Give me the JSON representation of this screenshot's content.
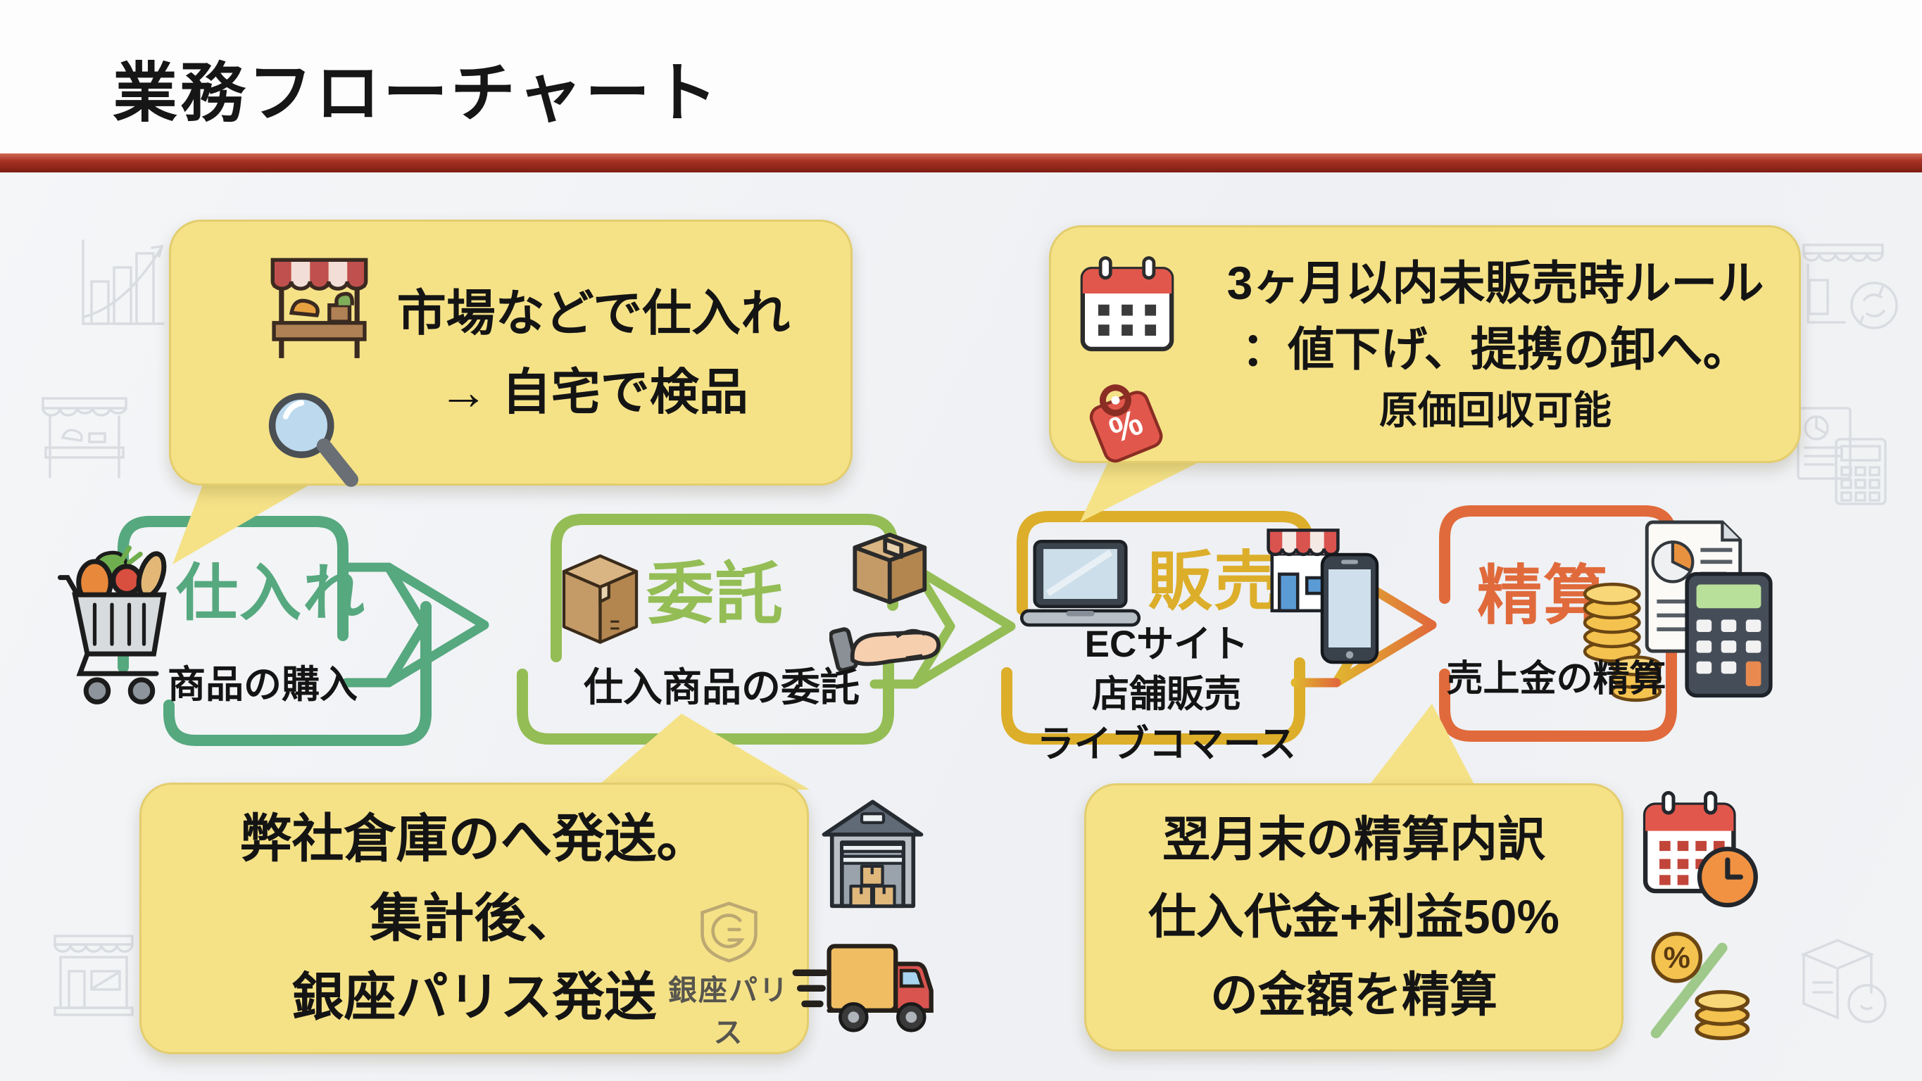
{
  "page": {
    "title": "業務フローチャート"
  },
  "colors": {
    "divider_bar": "#a93326",
    "bubble_fill": "#f5e287",
    "step1_accent": "#56a87f",
    "step2_accent": "#94bd55",
    "step3_accent": "#dcae2a",
    "step4_accent": "#e06a3b"
  },
  "bubbles": {
    "top_left": {
      "lines": [
        "市場などで仕入れ",
        "→ 自宅で検品"
      ],
      "icons": [
        "market-stall-icon",
        "magnifier-icon"
      ]
    },
    "top_right": {
      "lines": [
        "3ヶ月以内未販売時ルール",
        "：値下げ、提携の卸へ。"
      ],
      "note": "原価回収可能",
      "icons": [
        "calendar-icon",
        "discount-tag-icon"
      ]
    },
    "bottom_left": {
      "lines": [
        "弊社倉庫のへ発送。",
        "集計後、",
        "銀座パリス発送"
      ],
      "icons": [
        "warehouse-icon",
        "delivery-truck-icon"
      ]
    },
    "bottom_right": {
      "lines": [
        "翌月末の精算内訳",
        "仕入代金+利益50%",
        "の金額を精算"
      ],
      "icons": [
        "calendar-clock-icon",
        "percent-coins-icon"
      ]
    }
  },
  "steps": [
    {
      "title": "仕入れ",
      "subtitle": "商品の購入",
      "color": "#56a87f",
      "icon": "shopping-cart-icon"
    },
    {
      "title": "委託",
      "subtitle": "仕入商品の委託",
      "color": "#94bd55",
      "icons": [
        "cardboard-box-icon",
        "hand-box-icon"
      ]
    },
    {
      "title": "販売",
      "subtitle_lines": [
        "ECサイト",
        "店舗販売",
        "ライブコマース"
      ],
      "color": "#dcae2a",
      "icons": [
        "laptop-icon",
        "storefront-icon",
        "smartphone-icon"
      ]
    },
    {
      "title": "精算",
      "subtitle": "売上金の精算",
      "color": "#e06a3b",
      "icons": [
        "coins-icon",
        "report-icon",
        "calculator-icon"
      ]
    }
  ],
  "logo": {
    "text": "銀座パリス"
  }
}
